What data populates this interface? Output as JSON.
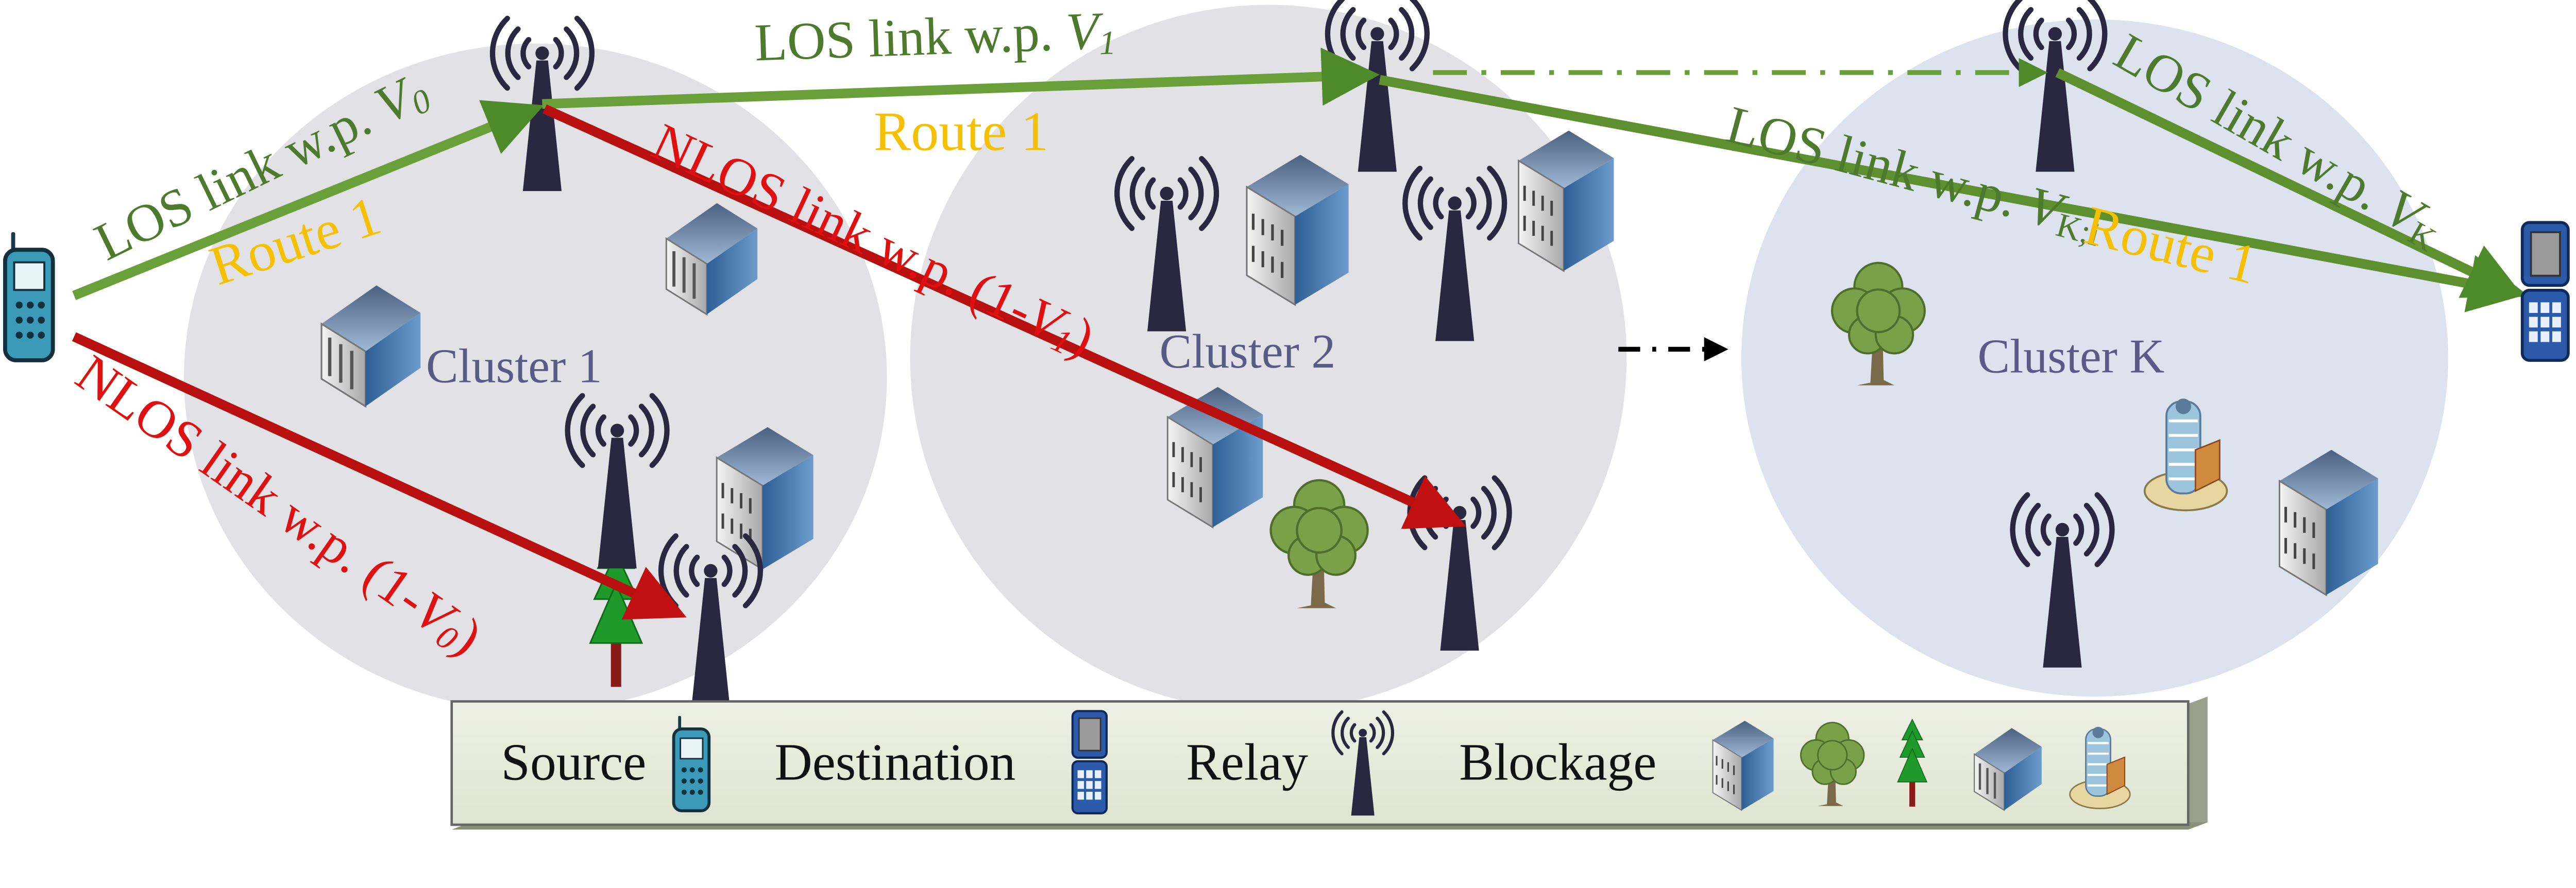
{
  "colors": {
    "los_link": "#6aa03a",
    "nlos_link": "#b80f0f",
    "route_label": "#f5c000",
    "cluster_label": "#5a5a86",
    "cluster_fill": "#e2e2e6",
    "cluster_k_fill": "#dce2ee",
    "legend_fill": "#e6eadb"
  },
  "clusters": [
    {
      "label": "Cluster 1"
    },
    {
      "label": "Cluster 2"
    },
    {
      "label": "Cluster K"
    }
  ],
  "links": {
    "los_v0": {
      "text": "LOS link w.p. ",
      "var": "V",
      "sub": "0",
      "tail": ""
    },
    "los_v1": {
      "text": "LOS link w.p. ",
      "var": "V",
      "sub": "1",
      "tail": ""
    },
    "los_vki": {
      "text": "LOS link w.p. ",
      "var": "V",
      "sub": "K;i",
      "tail": ""
    },
    "los_vk": {
      "text": "LOS link w.p. ",
      "var": "V",
      "sub": "K",
      "tail": ""
    },
    "nlos_v0": {
      "text": "NLOS link w.p. (1-",
      "var": "V",
      "sub": "0",
      "tail": ")"
    },
    "nlos_v1": {
      "text": "NLOS link w.p. (1-",
      "var": "V",
      "sub": "1",
      "tail": ")"
    }
  },
  "routes": [
    "Route 1",
    "Route 1",
    "Route 1"
  ],
  "legend": {
    "source": "Source",
    "destination": "Destination",
    "relay": "Relay",
    "blockage": "Blockage"
  },
  "icons": [
    "phone-source-icon",
    "phone-destination-icon",
    "relay-tower-icon",
    "building-icon",
    "tree-icon",
    "pine-tree-icon",
    "bank-building-icon",
    "office-tower-icon"
  ]
}
